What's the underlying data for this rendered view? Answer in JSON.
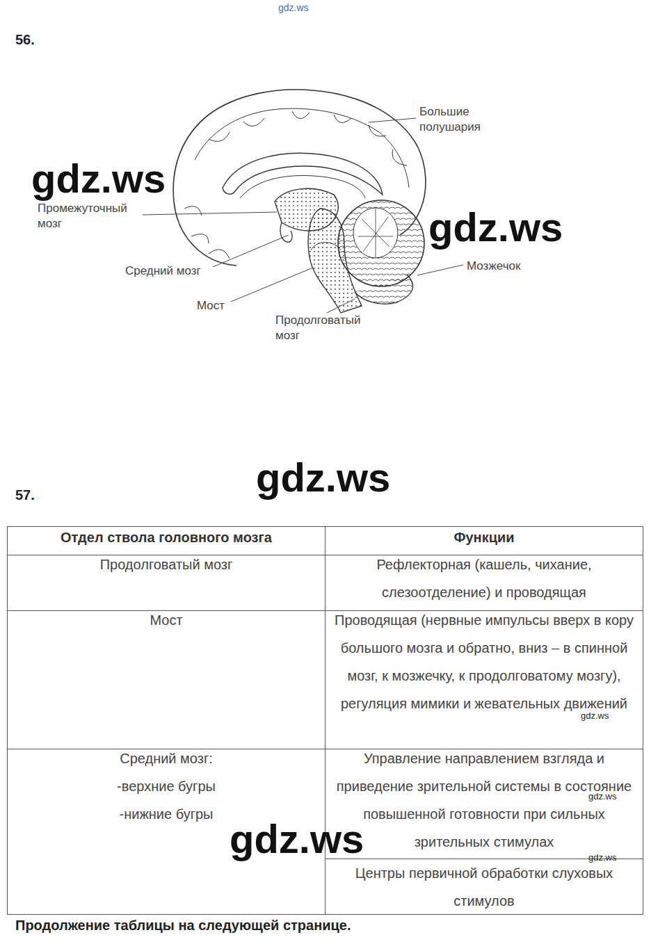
{
  "diagram": {
    "labels": [
      "gdz.ws",
      "56.",
      "Большие полушария",
      "gdz.ws",
      "Промежуточный мозг",
      "gdz.ws",
      "Мозжечок",
      "Средний мозг",
      "Мост",
      "Продолговатый мозг",
      "gdz.ws",
      "57.",
      "Отдел ствола головного мозга",
      "Функции",
      "Продолговатый мозг",
      "Рефлекторная (кашель, чихание, слезоотделение) и проводящая",
      "Мост",
      "Проводящая (нервные импульсы вверх в кору большого мозга и обратно, вниз – в спинной мозг, к мозжечку, к продолговатому мозгу), регуляция мимики и жевательных движений",
      "gdz.ws",
      "Средний мозг:",
      "-верхние бугры",
      "-нижние бугры",
      "Управление направлением взгляда и приведение зрительной системы в состояние повышенной готовности при сильных зрительных стимулах",
      "gdz.ws",
      "gdz.ws",
      "gdz.ws",
      "Центры первичной обработки слуховых стимулов",
      "Продолжение таблицы на следующей странице."
    ]
  }
}
